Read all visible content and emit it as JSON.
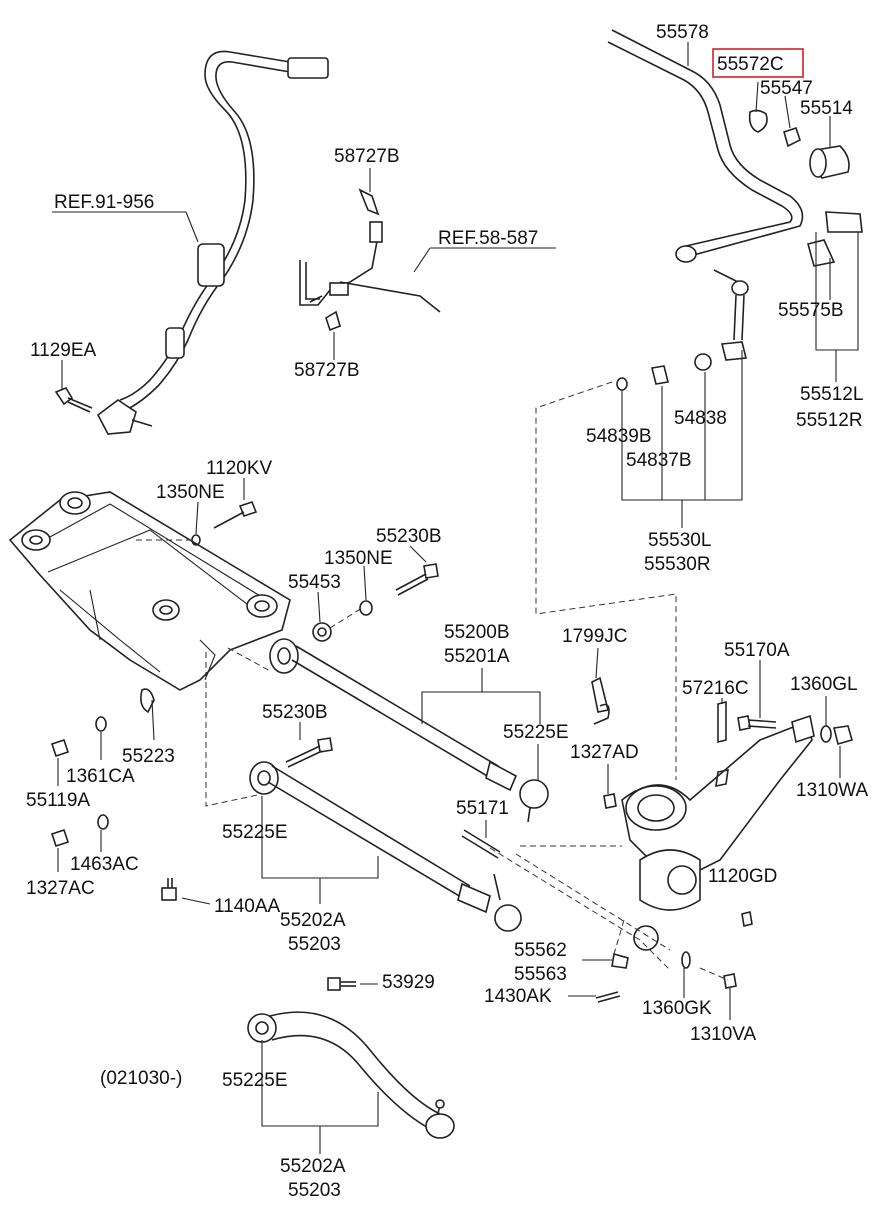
{
  "labels": {
    "l_55578": "55578",
    "l_55572C": "55572C",
    "l_55547": "55547",
    "l_55514": "55514",
    "l_55575B": "55575B",
    "l_55512L": "55512L",
    "l_55512R": "55512R",
    "l_58727B_top": "58727B",
    "l_ref58": "REF.58-587",
    "l_58727B_bot": "58727B",
    "l_ref91": "REF.91-956",
    "l_1129EA": "1129EA",
    "l_54839B": "54839B",
    "l_54838": "54838",
    "l_54837B": "54837B",
    "l_55530L": "55530L",
    "l_55530R": "55530R",
    "l_1120KV": "1120KV",
    "l_1350NE_a": "1350NE",
    "l_55230B_a": "55230B",
    "l_1350NE_b": "1350NE",
    "l_55453": "55453",
    "l_55200B": "55200B",
    "l_55201A": "55201A",
    "l_1799JC": "1799JC",
    "l_55170A": "55170A",
    "l_57216C": "57216C",
    "l_1360GL": "1360GL",
    "l_55225E_a": "55225E",
    "l_1327AD": "1327AD",
    "l_1310WA": "1310WA",
    "l_55230B_b": "55230B",
    "l_55223": "55223",
    "l_1361CA": "1361CA",
    "l_55119A": "55119A",
    "l_55171": "55171",
    "l_55225E_b": "55225E",
    "l_1120GD": "1120GD",
    "l_1463AC": "1463AC",
    "l_1327AC": "1327AC",
    "l_1140AA": "1140AA",
    "l_55202A_a": "55202A",
    "l_55203_a": "55203",
    "l_55562": "55562",
    "l_55563": "55563",
    "l_53929": "53929",
    "l_1430AK": "1430AK",
    "l_1360GK": "1360GK",
    "l_1310VA": "1310VA",
    "l_021030": "(021030-)",
    "l_55225E_c": "55225E",
    "l_55202A_b": "55202A",
    "l_55203_b": "55203"
  },
  "colors": {
    "highlight": "#d0202a",
    "line": "#222222"
  }
}
